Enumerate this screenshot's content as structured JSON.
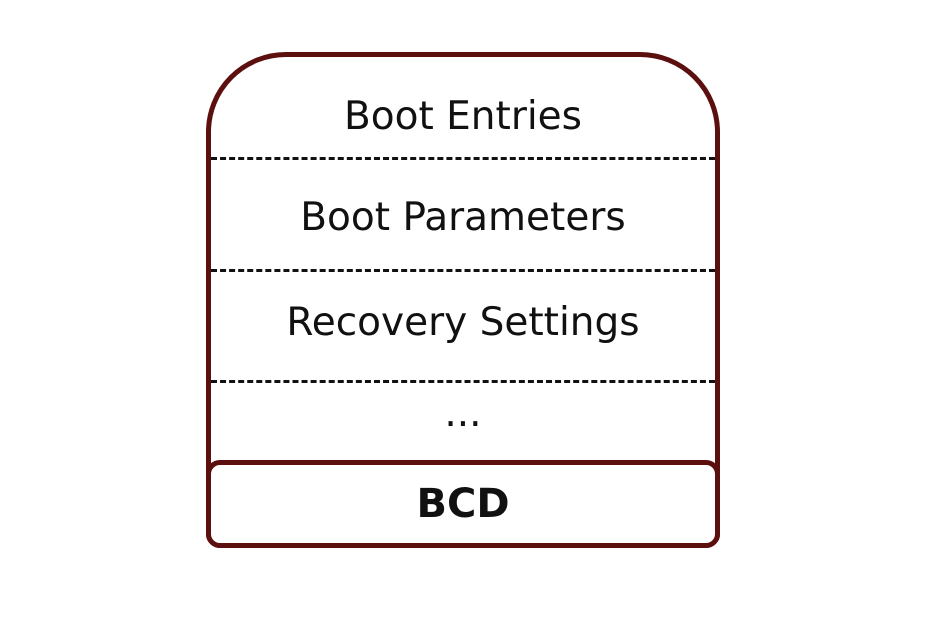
{
  "colors": {
    "outline": "#5c0f0f",
    "text": "#111111",
    "background": "#ffffff"
  },
  "sections": [
    {
      "label": "Boot Entries"
    },
    {
      "label": "Boot Parameters"
    },
    {
      "label": "Recovery Settings"
    },
    {
      "label": "..."
    }
  ],
  "base": {
    "label": "BCD"
  }
}
